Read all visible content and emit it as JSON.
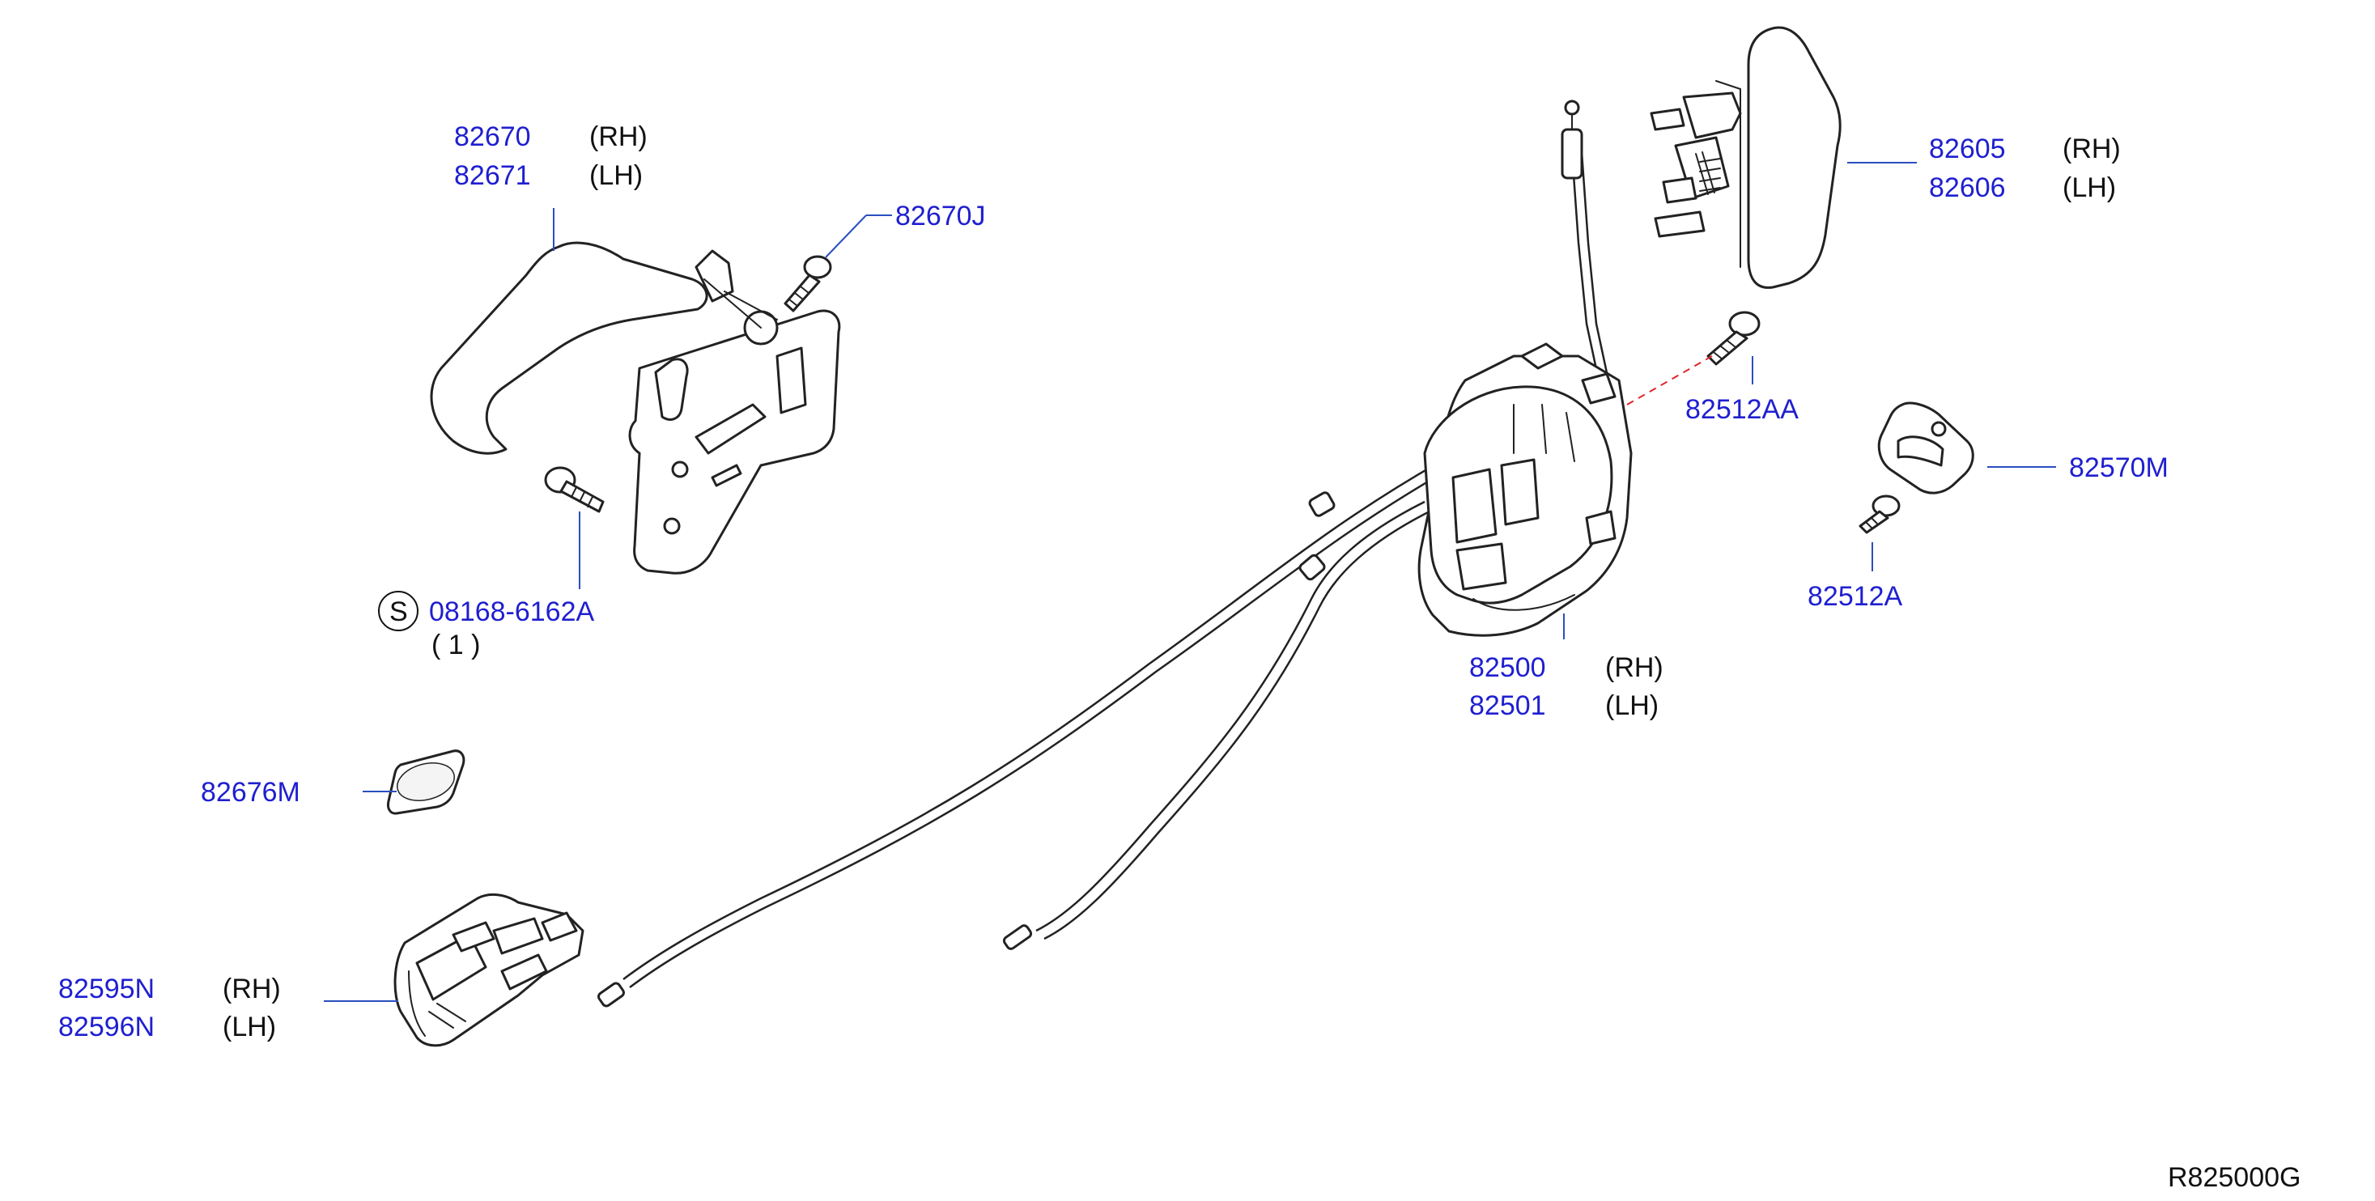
{
  "parts": {
    "inside_handle": {
      "rh": "82670",
      "rh_side": "(RH)",
      "lh": "82671",
      "lh_side": "(LH)"
    },
    "screw_82670j": {
      "label": "82670J"
    },
    "bolt_standard": {
      "symbol": "S",
      "label": "08168-6162A",
      "qty": "( 1 )"
    },
    "escutcheon": {
      "label": "82676M"
    },
    "outside_handle_inner": {
      "rh": "82595N",
      "rh_side": "(RH)",
      "lh": "82596N",
      "lh_side": "(LH)"
    },
    "outside_handle": {
      "rh": "82605",
      "rh_side": "(RH)",
      "lh": "82606",
      "lh_side": "(LH)"
    },
    "screw_82512aa": {
      "label": "82512AA"
    },
    "striker": {
      "label": "82570M"
    },
    "screw_82512a": {
      "label": "82512A"
    },
    "door_lock": {
      "rh": "82500",
      "rh_side": "(RH)",
      "lh": "82501",
      "lh_side": "(LH)"
    }
  },
  "drawing_code": "R825000G",
  "colors": {
    "part_number": "#1f1fd0",
    "leader": "#2a4fbf",
    "hidden_line": "#e0242b",
    "linework": "#222222"
  }
}
